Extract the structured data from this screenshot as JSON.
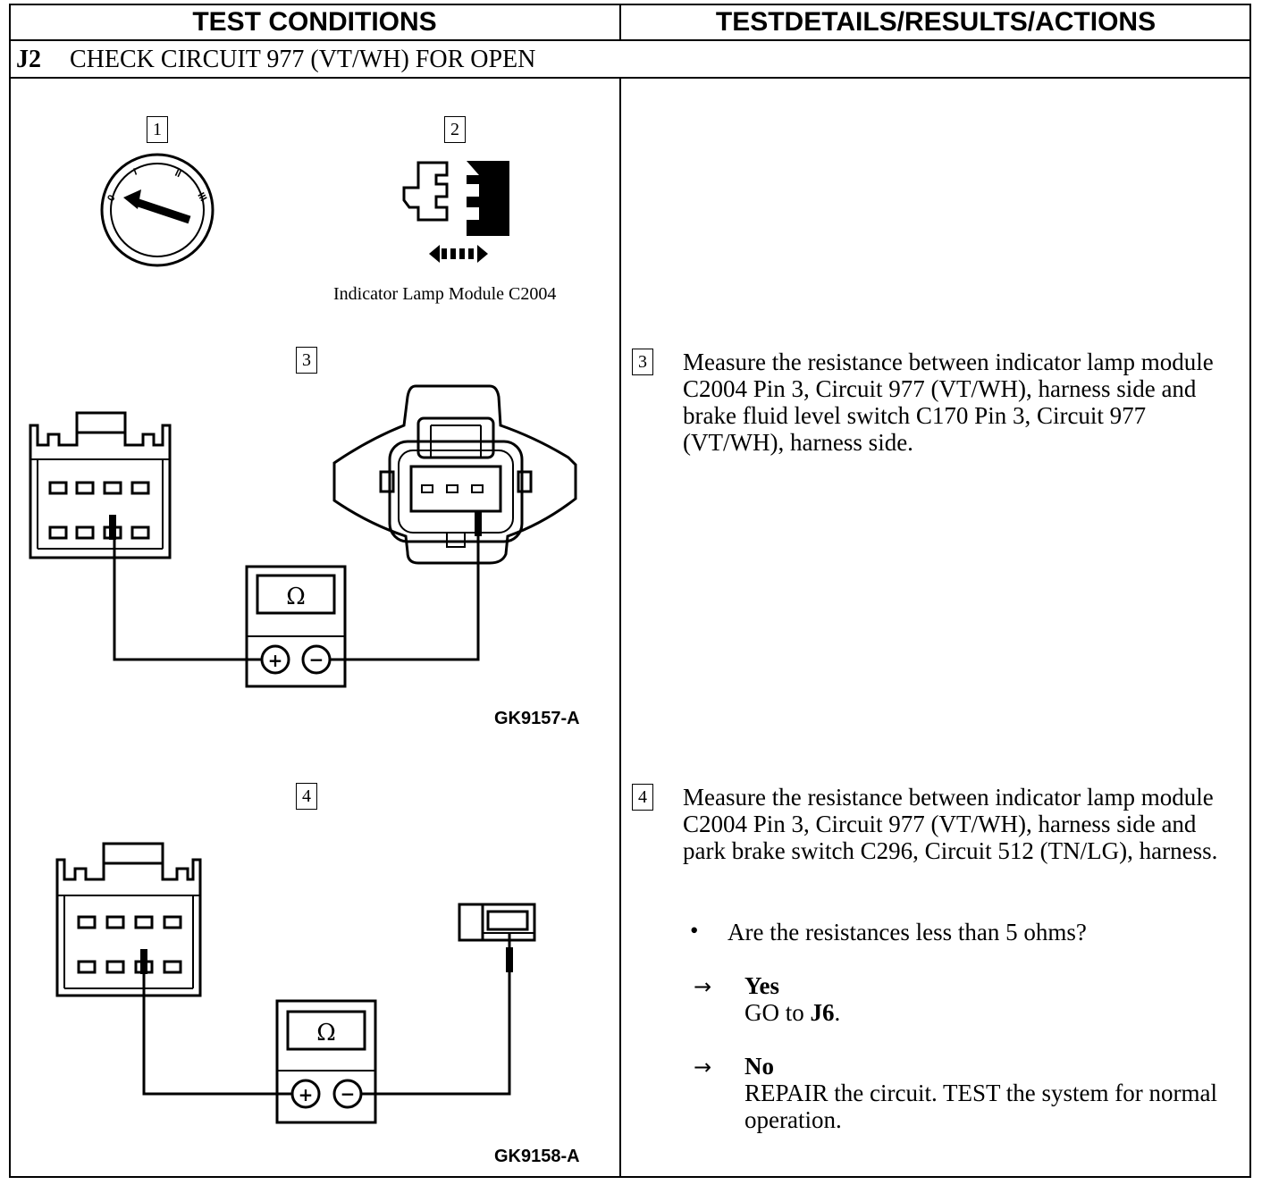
{
  "header": {
    "left": "TEST CONDITIONS",
    "right": "TESTDETAILS/RESULTS/ACTIONS"
  },
  "step": {
    "id": "J2",
    "title": "CHECK CIRCUIT 977 (VT/WH) FOR OPEN"
  },
  "figures": {
    "box1": "1",
    "box2": "2",
    "caption2": "Indicator Lamp Module C2004",
    "box3": "3",
    "id3": "GK9157-A",
    "box4": "4",
    "id4": "GK9158-A",
    "ignition_labels": [
      "0",
      "I",
      "II",
      "III"
    ],
    "meter_symbol": "Ω",
    "plus": "+",
    "minus": "−"
  },
  "details": {
    "box3": "3",
    "text3": "Measure the resistance between indicator lamp module C2004 Pin 3, Circuit 977 (VT/WH), harness side and brake fluid level switch C170 Pin 3, Circuit 977 (VT/WH), harness side.",
    "box4": "4",
    "text4": "Measure the resistance between indicator lamp module C2004 Pin 3, Circuit 977 (VT/WH), harness side and park brake switch C296, Circuit 512 (TN/LG), harness.",
    "bullet": "•",
    "question": "Are the resistances less than 5 ohms?",
    "arrow": "→",
    "yes_label": "Yes",
    "yes_action_prefix": "GO to ",
    "yes_action_target": "J6",
    "yes_action_suffix": ".",
    "no_label": "No",
    "no_action": "REPAIR the circuit. TEST the system for normal operation."
  }
}
